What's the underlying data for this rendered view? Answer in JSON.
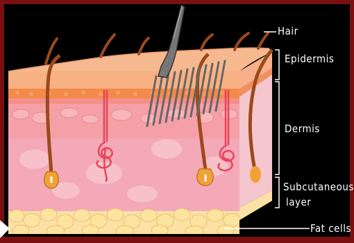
{
  "diagram": {
    "labels": {
      "hair": "Hair",
      "epidermis": "Epidermis",
      "dermis": "Dermis",
      "subcutaneous_line1": "Subcutaneous",
      "subcutaneous_line2": "layer",
      "fat_cells": "Fat cells"
    },
    "colors": {
      "frame": "#7a1010",
      "panel": "#000000",
      "epidermis": "#f7b183",
      "epidermis_band": "#f28a4a",
      "dermis": "#f4a0a6",
      "dermis_deep": "#ef8fa0",
      "subcutaneous": "#f3a9b8",
      "fat": "#fde3a0",
      "hair": "#9b4a1c",
      "bulb": "#f0a236",
      "gland": "#e8435a",
      "needle": "#555555",
      "label_text": "#ffffff"
    }
  }
}
